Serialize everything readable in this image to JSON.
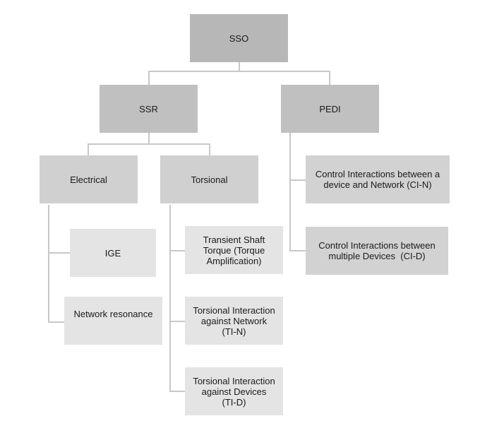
{
  "diagram": {
    "root": {
      "label": "SSO"
    },
    "level1": [
      {
        "label": "SSR"
      },
      {
        "label": "PEDI"
      }
    ],
    "ssr_children": [
      {
        "label": "Electrical"
      },
      {
        "label": "Torsional"
      }
    ],
    "electrical_children": [
      {
        "label": "IGE"
      },
      {
        "label": "Network resonance"
      }
    ],
    "torsional_children": [
      {
        "line1": "Transient Shaft",
        "line2": "Torque (Torque",
        "line3": "Amplification)"
      },
      {
        "line1": "Torsional Interaction",
        "line2": "against Network",
        "line3": "(TI-N)"
      },
      {
        "line1": "Torsional Interaction",
        "line2": "against Devices",
        "line3": "(TI-D)"
      }
    ],
    "pedi_children": [
      {
        "line1": "Control Interactions between a",
        "line2": "device and Network (CI-N)"
      },
      {
        "line1": "Control Interactions between",
        "line2": "multiple Devices  (CI-D)"
      }
    ]
  },
  "colors": {
    "level0": "#b7b7b7",
    "level1": "#c0c0c0",
    "level2": "#d0d0d0",
    "level3": "#e4e4e4",
    "connector": "#c8c8c8"
  }
}
